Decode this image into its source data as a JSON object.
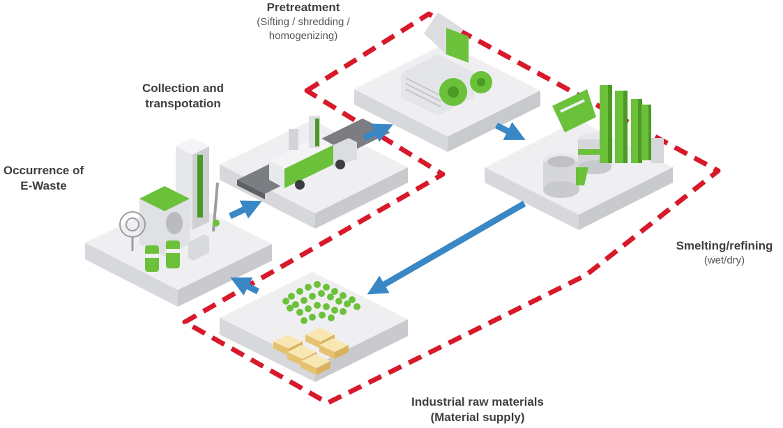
{
  "labels": {
    "pretreatment": {
      "title": "Pretreatment",
      "sub_line1": "(Sifting / shredding /",
      "sub_line2": "homogenizing)"
    },
    "collection": {
      "title_line1": "Collection and",
      "title_line2": "transpotation"
    },
    "occurrence": {
      "title_line1": "Occurrence of",
      "title_line2": "E-Waste"
    },
    "smelting": {
      "title": "Smelting/refining",
      "sub": "(wet/dry)"
    },
    "raw": {
      "title_line1": "Industrial raw materials",
      "title_line2": "(Material supply)"
    }
  },
  "colors": {
    "loop": "#d7192a",
    "arrow": "#3a87c6",
    "green": "#6cc13b",
    "green_dark": "#4a9a24",
    "platform_top": "#efeff1",
    "platform_side": "#d2d3d7",
    "gold": "#f3d58c"
  },
  "icons": [
    "e-waste-devices-icon",
    "truck-icon",
    "shredder-icon",
    "smelter-icon",
    "pellets-icon",
    "ingots-icon"
  ]
}
